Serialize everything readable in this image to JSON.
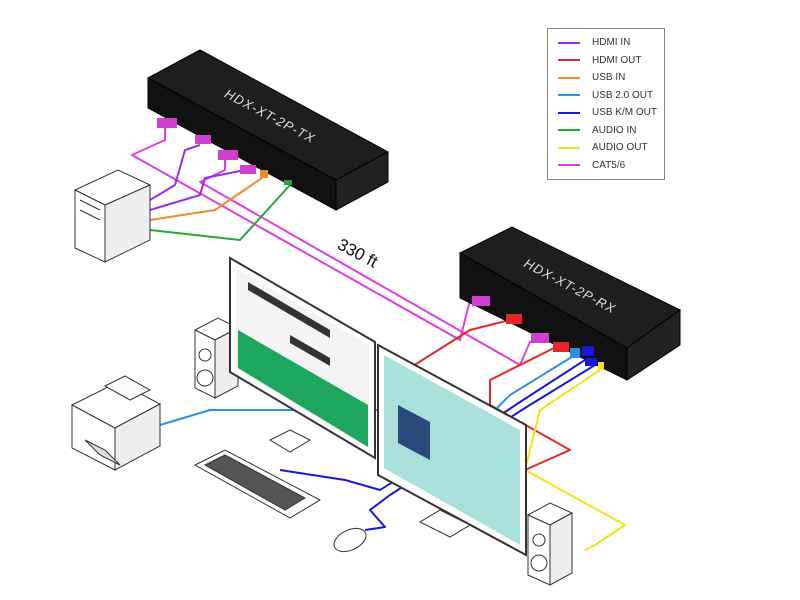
{
  "legend": {
    "items": [
      {
        "label": "HDMI IN",
        "color": "#9a2cf0"
      },
      {
        "label": "HDMI OUT",
        "color": "#e3262a"
      },
      {
        "label": "USB IN",
        "color": "#f08a2a"
      },
      {
        "label": "USB 2.0 OUT",
        "color": "#2a90ea"
      },
      {
        "label": "USB K/M OUT",
        "color": "#1818d8"
      },
      {
        "label": "AUDIO IN",
        "color": "#22a83a"
      },
      {
        "label": "AUDIO OUT",
        "color": "#f2e21a"
      },
      {
        "label": "CAT5/6",
        "color": "#e03ce0"
      }
    ]
  },
  "devices": {
    "transmitter": "HDX-XT-2P-TX",
    "receiver": "HDX-XT-2P-RX"
  },
  "distance_label": "330 ft"
}
